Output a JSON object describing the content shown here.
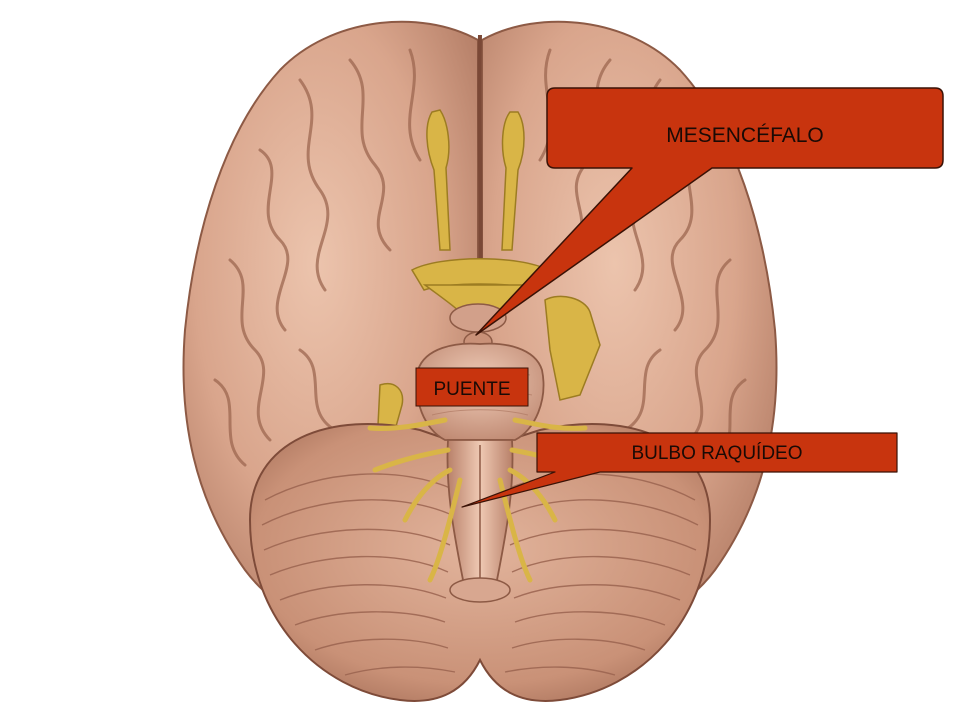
{
  "labels": {
    "mesencefalo": "MESENCÉFALO",
    "puente": "PUENTE",
    "bulbo": "BULBO RAQUÍDEO"
  },
  "colors": {
    "callout_fill": "#c8340e",
    "callout_stroke": "#3a1206",
    "brain_base": "#d9a58c",
    "brain_shadow": "#a9725b",
    "nerve": "#d9b547",
    "background": "#ffffff"
  }
}
